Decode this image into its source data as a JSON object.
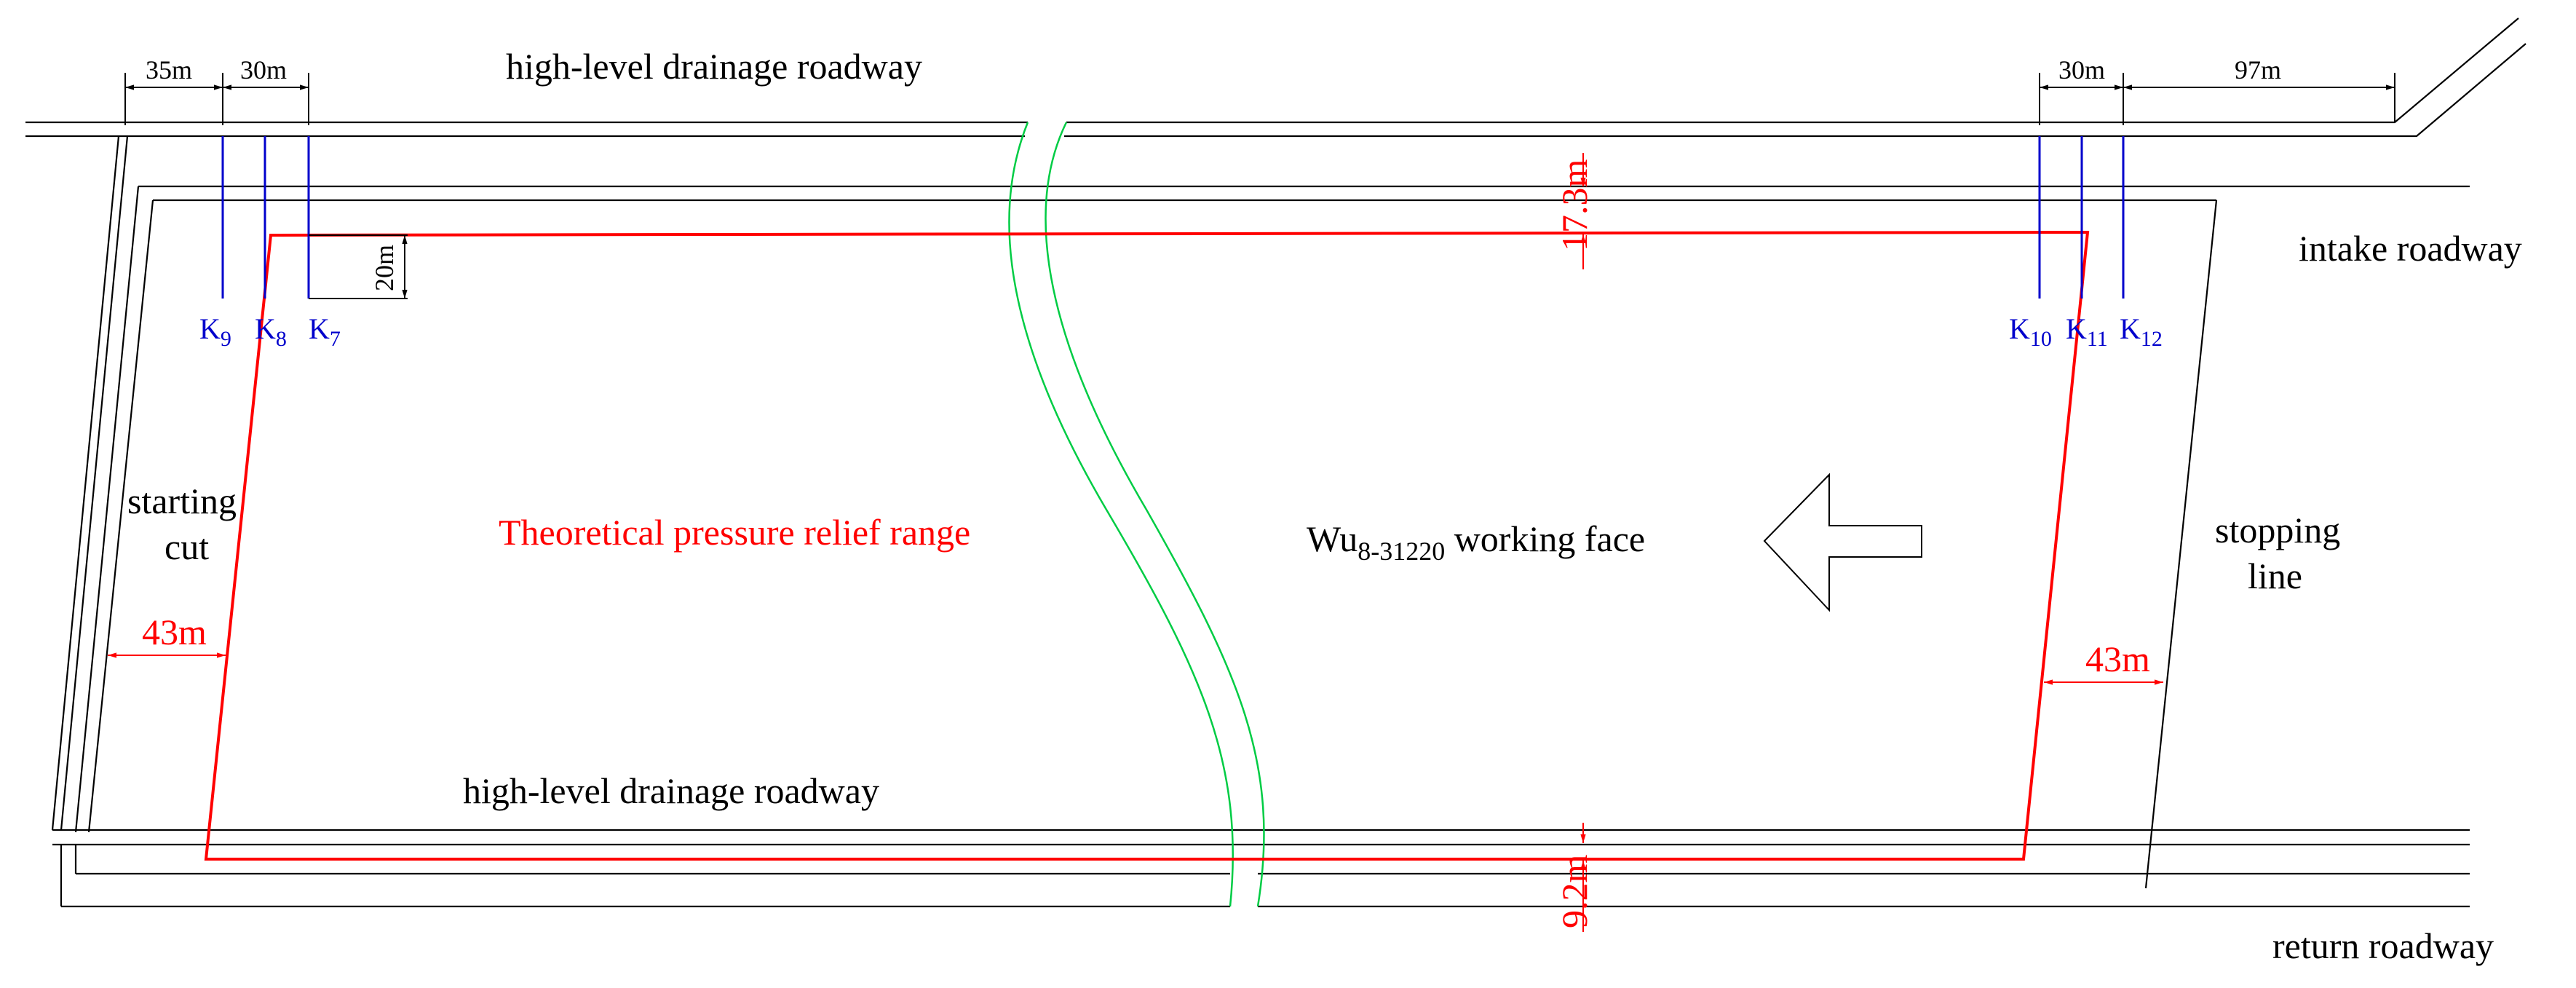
{
  "colors": {
    "roadway": "#000000",
    "relief": "#ff0000",
    "borehole": "#0000cc",
    "fault": "#00cc44"
  },
  "labels": {
    "drainage_top": "high-level drainage  roadway",
    "drainage_bottom": "high-level drainage  roadway",
    "intake": "intake roadway",
    "return": "return roadway",
    "starting_cut_1": "starting",
    "starting_cut_2": "cut",
    "stopping_line_1": "stopping",
    "stopping_line_2": "line",
    "relief_range": "Theoretical pressure relief range",
    "working_face_main": "Wu",
    "working_face_sub": "8-31220",
    "working_face_suffix": " working face",
    "advance_arrow_icon": "arrow-left-icon"
  },
  "dimensions": {
    "d35": "35m",
    "d30_left": "30m",
    "d30_right": "30m",
    "d97": "97m",
    "d20": "20m",
    "d17_3": "17.3m",
    "d9_2": "9.2m",
    "d43_left": "43m",
    "d43_right": "43m"
  },
  "boreholes": [
    {
      "main": "K",
      "sub": "9"
    },
    {
      "main": "K",
      "sub": "8"
    },
    {
      "main": "K",
      "sub": "7"
    },
    {
      "main": "K",
      "sub": "10"
    },
    {
      "main": "K",
      "sub": "11"
    },
    {
      "main": "K",
      "sub": "12"
    }
  ]
}
